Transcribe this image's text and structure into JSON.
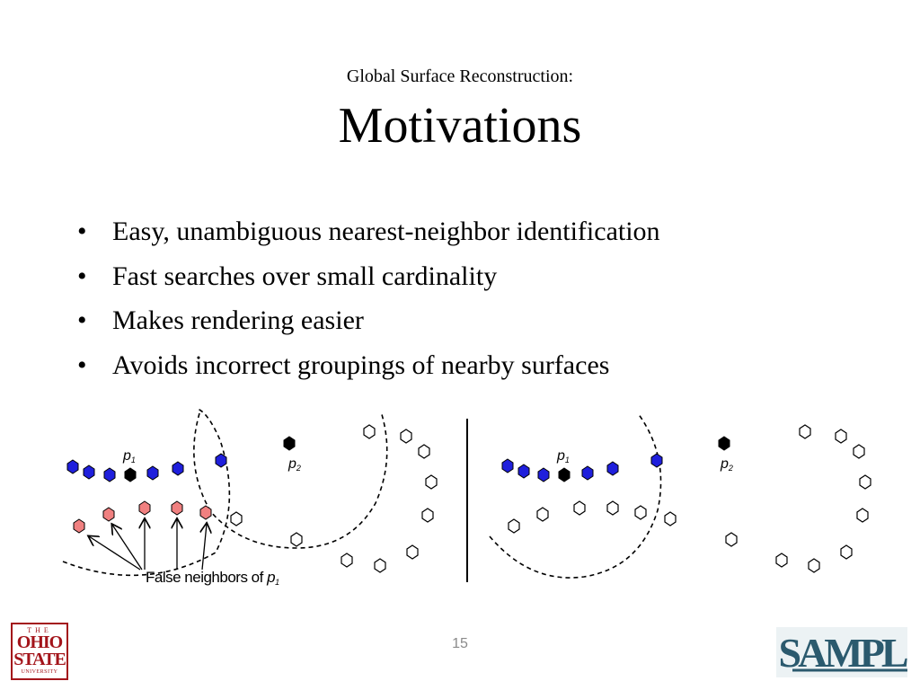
{
  "slide": {
    "subtitle": "Global Surface Reconstruction:",
    "title": "Motivations",
    "bullet_marker": "•",
    "bullets": [
      "Easy, unambiguous nearest-neighbor identification",
      "Fast searches over small cardinality",
      "Makes rendering easier",
      "Avoids incorrect groupings of nearby surfaces"
    ],
    "page_number": "15"
  },
  "diagram": {
    "left_panel": {
      "p1_label": "p",
      "p1_sub": "1",
      "p2_label": "p",
      "p2_sub": "2",
      "annotation_text": "False neighbors of ",
      "annotation_var": "p",
      "annotation_sub": "1"
    },
    "right_panel": {
      "p1_label": "p",
      "p1_sub": "1",
      "p2_label": "p",
      "p2_sub": "2"
    },
    "colors": {
      "blue_point": "#1f1fdc",
      "pink_point": "#f08080",
      "black_point": "#000000",
      "hollow_point": "#ffffff"
    }
  },
  "logos": {
    "osu_top": "THE",
    "osu_line1": "OHIO",
    "osu_line2": "STATE",
    "osu_line3": "UNIVERSITY",
    "samp_text": "SAMPL",
    "samp_color": "#2b5a6e"
  }
}
